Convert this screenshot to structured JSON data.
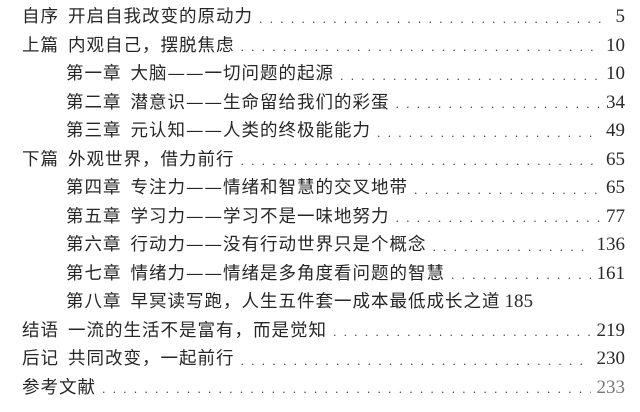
{
  "toc": {
    "entries": [
      {
        "level": 1,
        "prefix": "自序",
        "title": "开启自我改变的原动力",
        "page": "5"
      },
      {
        "level": 1,
        "prefix": "上篇",
        "title": "内观自己，摆脱焦虑",
        "page": "10"
      },
      {
        "level": 2,
        "prefix": "第一章",
        "title": "大脑——一切问题的起源",
        "page": "10"
      },
      {
        "level": 2,
        "prefix": "第二章",
        "title": "潜意识——生命留给我们的彩蛋",
        "page": "34"
      },
      {
        "level": 2,
        "prefix": "第三章",
        "title": "元认知——人类的终极能能力",
        "page": "49"
      },
      {
        "level": 1,
        "prefix": "下篇",
        "title": "外观世界，借力前行",
        "page": "65"
      },
      {
        "level": 2,
        "prefix": "第四章",
        "title": "专注力——情绪和智慧的交叉地带",
        "page": "65"
      },
      {
        "level": 2,
        "prefix": "第五章",
        "title": "学习力——学习不是一味地努力",
        "page": "77"
      },
      {
        "level": 2,
        "prefix": "第六章",
        "title": "行动力——没有行动世界只是个概念",
        "page": "136"
      },
      {
        "level": 2,
        "prefix": "第七章",
        "title": "情绪力——情绪是多角度看问题的智慧",
        "page": "161"
      },
      {
        "level": 2,
        "prefix": "第八章",
        "title": "早冥读写跑，人生五件套一成本最低成长之道",
        "page": "185"
      },
      {
        "level": 1,
        "prefix": "结语",
        "title": "一流的生活不是富有，而是觉知",
        "page": "219"
      },
      {
        "level": 1,
        "prefix": "后记",
        "title": "共同改变，一起前行",
        "page": "230"
      },
      {
        "level": 1,
        "prefix": "参考文献",
        "title": "",
        "page": "233"
      }
    ]
  }
}
